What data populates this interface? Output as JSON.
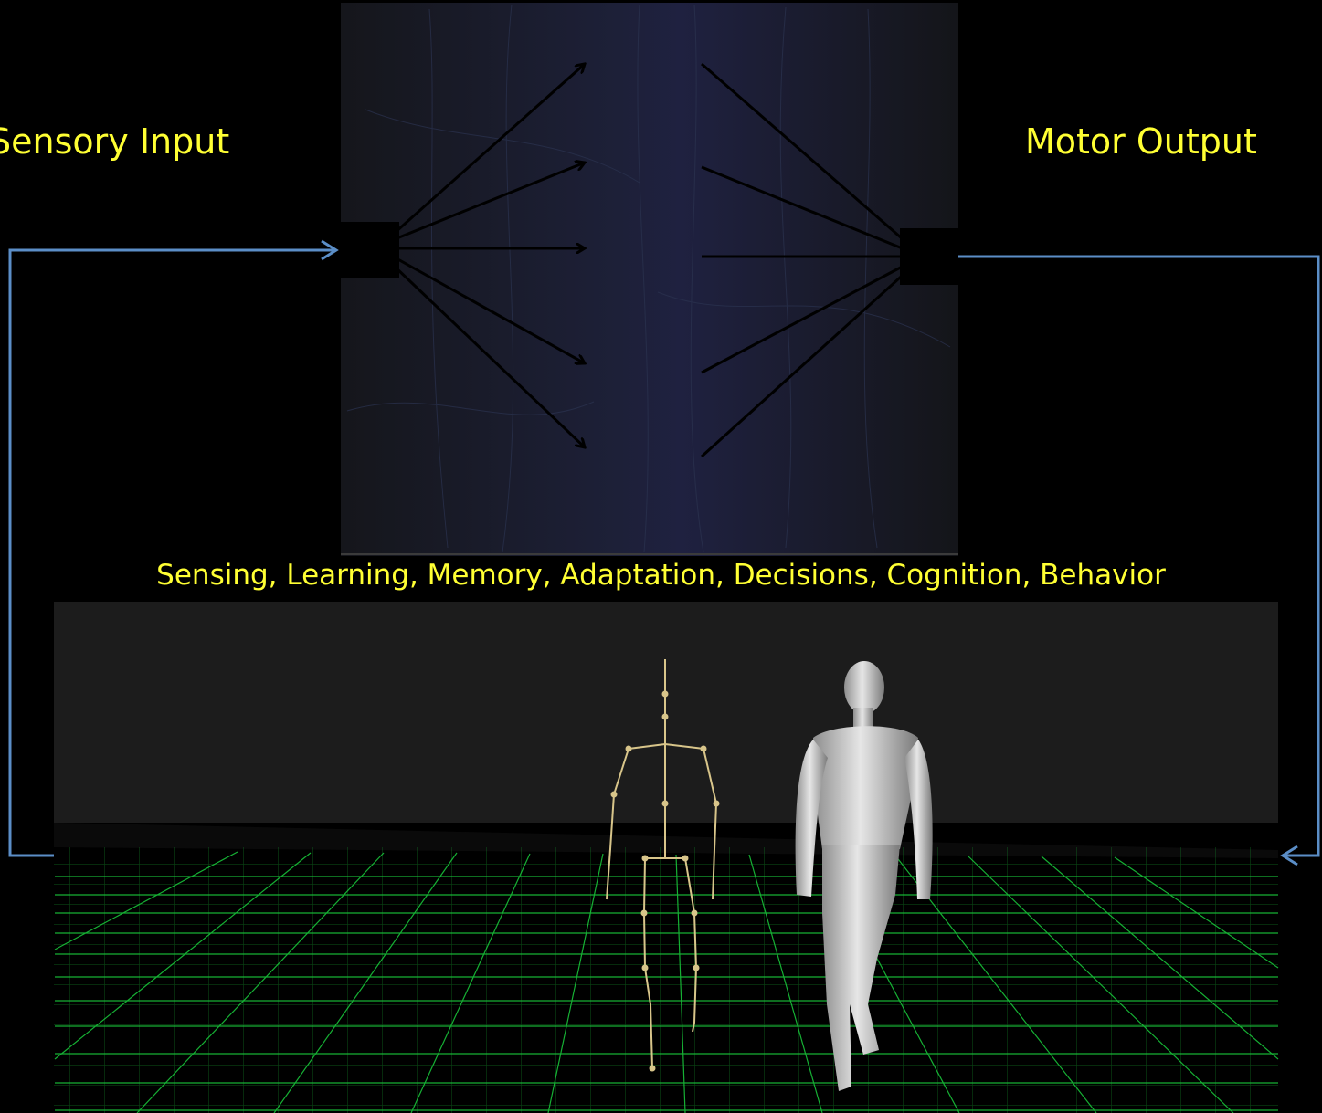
{
  "labels": {
    "sensory_input": "Sensory Input",
    "motor_output": "Motor Output",
    "caption": "Sensing, Learning, Memory, Adaptation, Decisions, Cognition, Behavior"
  },
  "colors": {
    "background": "#000000",
    "label_text": "#ffff33",
    "loop_line": "#5b8ec7",
    "grid": "#19c43a",
    "neural_panel": "#1a1b27",
    "scene_backdrop": "#1c1c1c",
    "mannequin": "#c9c9c9",
    "skeleton": "#d8c58a"
  },
  "icons": {
    "input_node": "black-square-node",
    "output_node": "black-square-node",
    "neural_image": "neuron-tissue-image",
    "skeleton_figure": "motion-capture-skeleton",
    "mannequin_figure": "walking-mannequin",
    "floor": "green-grid-floor"
  }
}
